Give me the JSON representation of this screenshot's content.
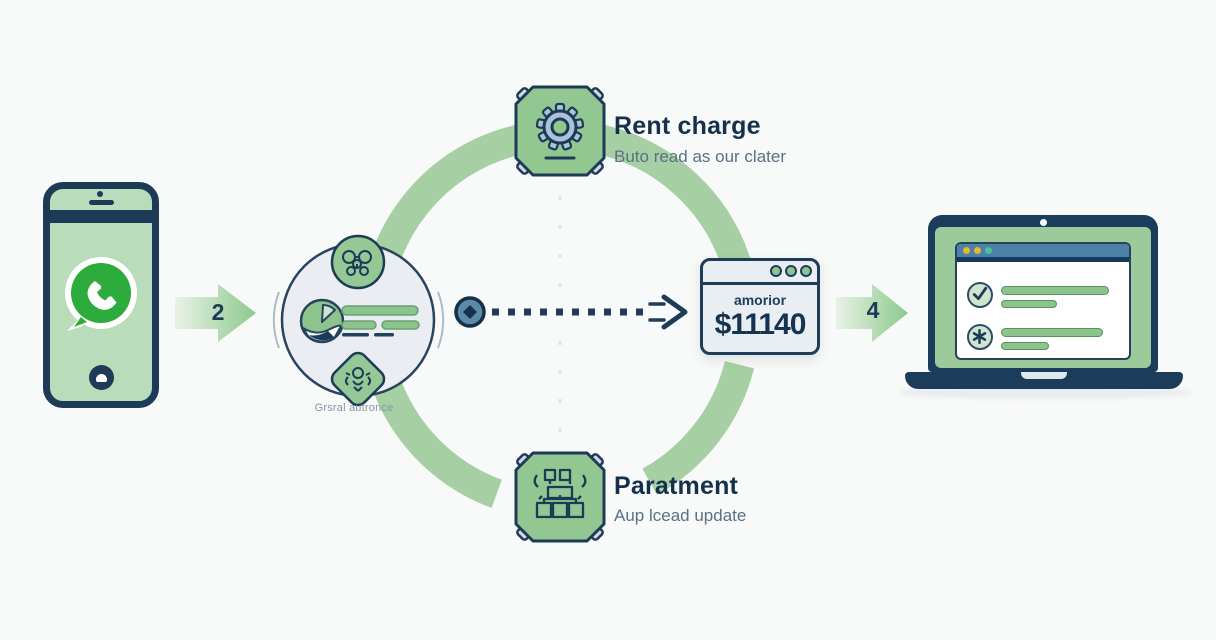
{
  "colors": {
    "background": "#f8f9f9",
    "navy": "#1d3a57",
    "ring_green": "#a6d0a4",
    "badge_green": "#92c791",
    "bar_green": "#8cc48c",
    "whatsapp_green": "#2eab3d",
    "browser_header_blue": "#4d81a8",
    "steel_blue": "#5e8aa9"
  },
  "steps": {
    "step2_label": "2",
    "step4_label": "4"
  },
  "phone": {
    "app": "WhatsApp",
    "icon": "whatsapp-logo"
  },
  "hub": {
    "caption": "Grsral autronce",
    "icon": "pie-document-icon",
    "badges": [
      "molecule-doodle-icon",
      "gear-doodle-icon"
    ]
  },
  "top_node": {
    "title": "Rent charge",
    "subtitle": "Buto read as our clater",
    "icon": "gear-icon"
  },
  "bottom_node": {
    "title": "Paratment",
    "subtitle": "Aup lcead update",
    "icon": "org-chart-icon"
  },
  "payment_card": {
    "label": "amorior",
    "amount": "$11140",
    "window_dots": 3
  },
  "laptop": {
    "rows": [
      {
        "icon": "check-icon"
      },
      {
        "icon": "asterisk-icon"
      }
    ]
  }
}
